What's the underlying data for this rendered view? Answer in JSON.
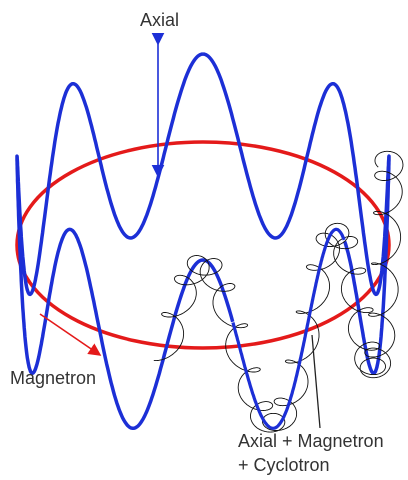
{
  "labels": {
    "axial": "Axial",
    "magnetron": "Magnetron",
    "combined_line1": "Axial + Magnetron",
    "combined_line2": "+ Cyclotron"
  },
  "colors": {
    "background": "#ffffff",
    "magnetron_orbit": "#e41a1a",
    "axial_motion": "#1c2fd6",
    "cyclotron_motion": "#111111",
    "label_text": "#333333"
  }
}
